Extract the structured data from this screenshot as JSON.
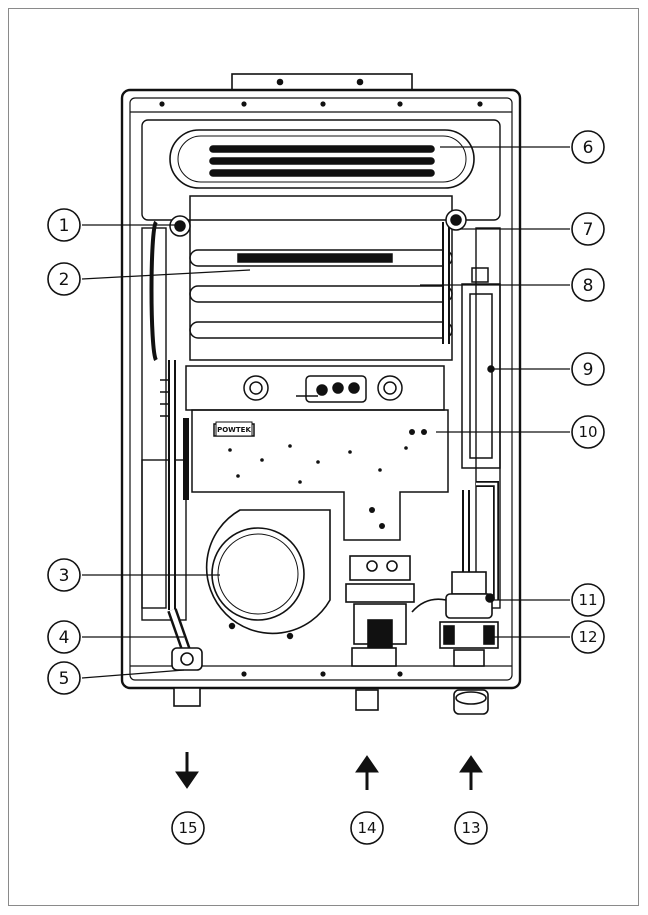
{
  "diagram": {
    "brand_label": "POWTEK",
    "callouts_left": [
      {
        "id": "c1",
        "number": "1"
      },
      {
        "id": "c2",
        "number": "2"
      },
      {
        "id": "c3",
        "number": "3"
      },
      {
        "id": "c4",
        "number": "4"
      },
      {
        "id": "c5",
        "number": "5"
      }
    ],
    "callouts_right": [
      {
        "id": "c6",
        "number": "6"
      },
      {
        "id": "c7",
        "number": "7"
      },
      {
        "id": "c8",
        "number": "8"
      },
      {
        "id": "c9",
        "number": "9"
      },
      {
        "id": "c10",
        "number": "10"
      },
      {
        "id": "c11",
        "number": "11"
      },
      {
        "id": "c12",
        "number": "12"
      }
    ],
    "callouts_bottom": [
      {
        "id": "c15",
        "number": "15",
        "arrow": "down"
      },
      {
        "id": "c14",
        "number": "14",
        "arrow": "up"
      },
      {
        "id": "c13",
        "number": "13",
        "arrow": "up"
      }
    ]
  }
}
